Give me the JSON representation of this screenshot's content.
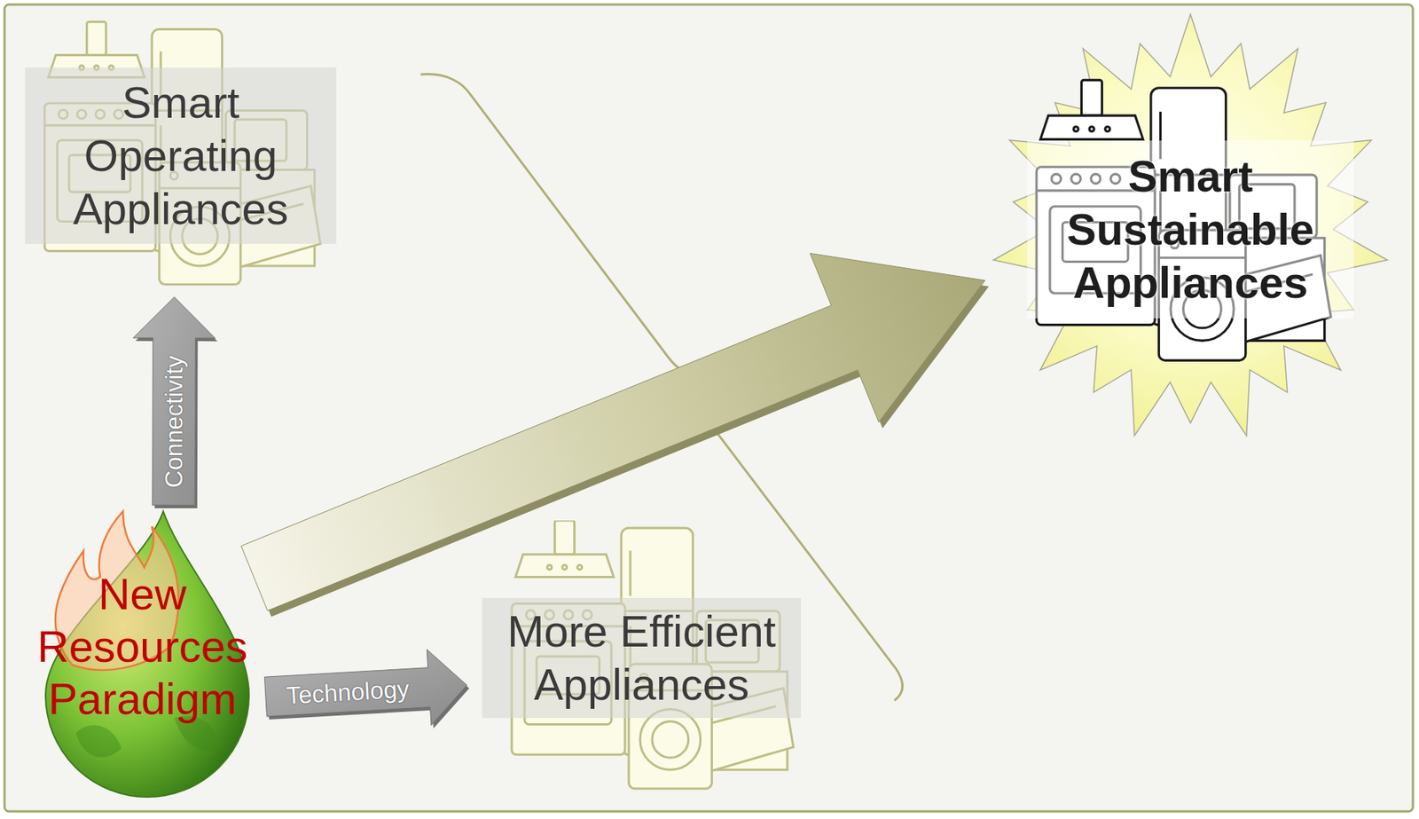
{
  "diagram": {
    "nodes": [
      {
        "text": [
          "Smart Operating Appliances"
        ]
      },
      {
        "text": [
          "Smart Sustainable Appliances"
        ]
      },
      {
        "text": [
          "New Resources Paradigm"
        ]
      },
      {
        "text": [
          "More Efficient Appliances"
        ]
      }
    ],
    "edges": [
      {
        "from": 2,
        "to": 0,
        "arrow": "to",
        "label": "Connectivity"
      },
      {
        "from": 2,
        "to": 3,
        "arrow": "to",
        "label": "Technology"
      },
      {
        "from": 2,
        "to": 1,
        "arrow": "to"
      }
    ]
  }
}
